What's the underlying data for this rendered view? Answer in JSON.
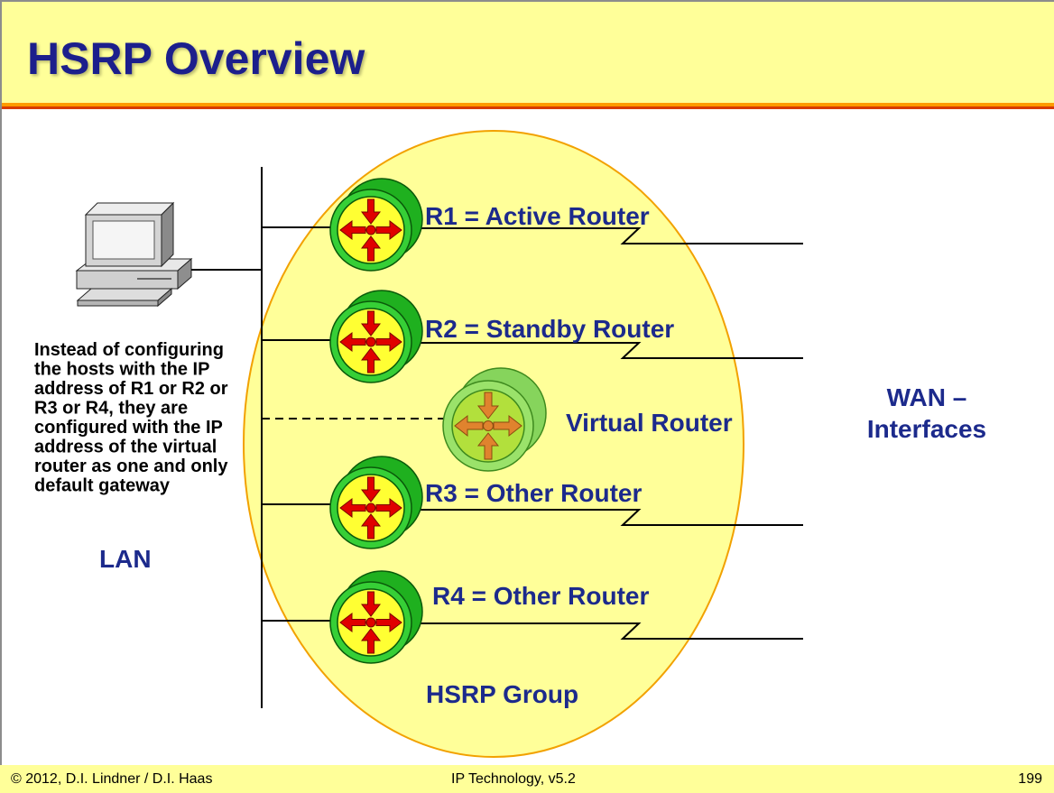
{
  "slide": {
    "title": "HSRP Overview"
  },
  "diagram": {
    "host": {
      "icon": "pc-icon"
    },
    "note_lines": [
      "Instead of configuring",
      "the hosts with the IP",
      "address of R1 or R2 or",
      "R3 or R4, they are",
      "configured with the IP",
      "address of the virtual",
      "router as one and only",
      "default gateway"
    ],
    "lan_label": "LAN",
    "routers": [
      {
        "label": "R1 = Active Router",
        "icon": "router-icon"
      },
      {
        "label": "R2 = Standby Router",
        "icon": "router-icon"
      },
      {
        "label": "R3 = Other Router",
        "icon": "router-icon"
      },
      {
        "label": "R4 = Other Router",
        "icon": "router-icon"
      }
    ],
    "virtual_router": {
      "label": "Virtual Router",
      "icon": "router-icon"
    },
    "group_label": "HSRP Group",
    "wan_label": {
      "line1": "WAN –",
      "line2": "Interfaces"
    }
  },
  "footer": {
    "copyright": "© 2012, D.I. Lindner / D.I. Haas",
    "course": "IP Technology, v5.2",
    "page": "199"
  },
  "colors": {
    "header_bg": "#FFFF99",
    "title_text": "#1C1F8C",
    "label_text": "#1C2A8C",
    "group_fill": "#FFFF99",
    "group_stroke": "#F2A100",
    "router_green": "#36CF36",
    "router_arrows": "#E00000",
    "virtual_router_green": "#9AE26A",
    "virtual_router_arrows": "#E0832E"
  }
}
